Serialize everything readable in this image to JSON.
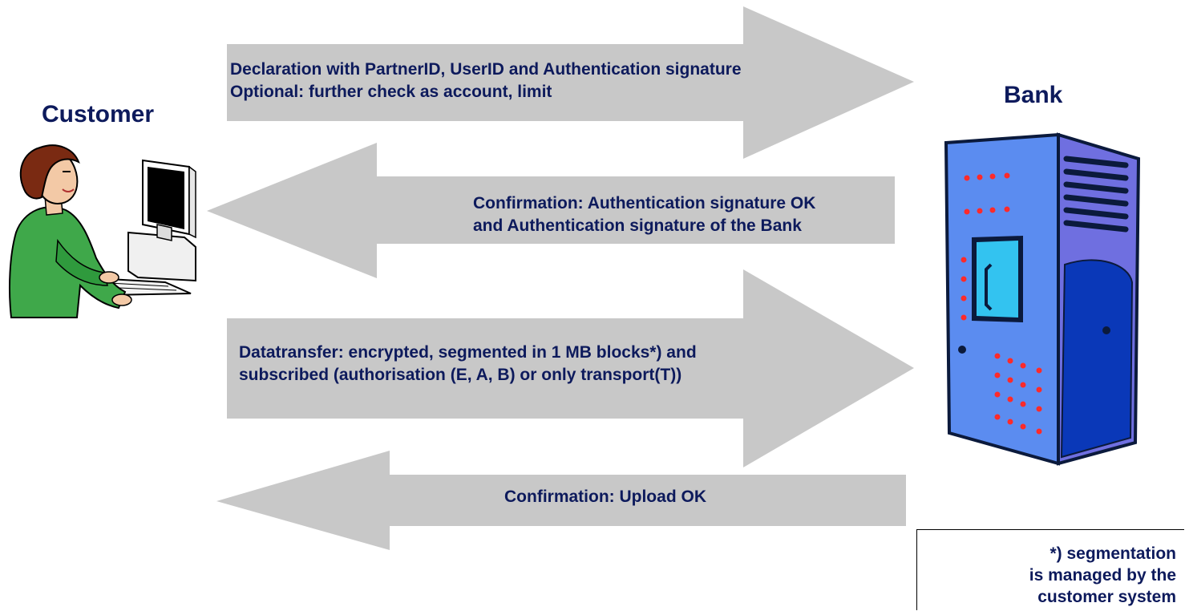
{
  "actors": {
    "customer": "Customer",
    "bank": "Bank"
  },
  "arrows": {
    "declaration": {
      "direction": "to-bank",
      "lines": [
        "Declaration with PartnerID, UserID and Authentication signature",
        "Optional: further check as account, limit"
      ]
    },
    "confirmation_auth": {
      "direction": "to-customer",
      "lines": [
        "Confirmation: Authentication signature OK",
        "and Authentication signature of the Bank"
      ]
    },
    "datatransfer": {
      "direction": "to-bank",
      "lines": [
        "Datatransfer: encrypted, segmented in 1 MB blocks*) and",
        "subscribed (authorisation (E, A, B) or only transport(T))"
      ]
    },
    "confirmation_upload": {
      "direction": "to-customer",
      "lines": [
        "Confirmation: Upload OK"
      ]
    }
  },
  "footnote": {
    "lines": [
      "*) segmentation",
      "is managed by the",
      "customer system"
    ]
  },
  "colors": {
    "arrow_fill": "#c8c8c8",
    "text": "#0d1a5c",
    "server_blue": "#5b8cf0",
    "server_dark": "#0b1a3c",
    "server_screen": "#33c3f0",
    "server_led": "#ff2a2a",
    "customer_shirt": "#3fa84a"
  },
  "icons": {
    "customer": "person-at-computer-icon",
    "bank": "server-tower-icon"
  }
}
